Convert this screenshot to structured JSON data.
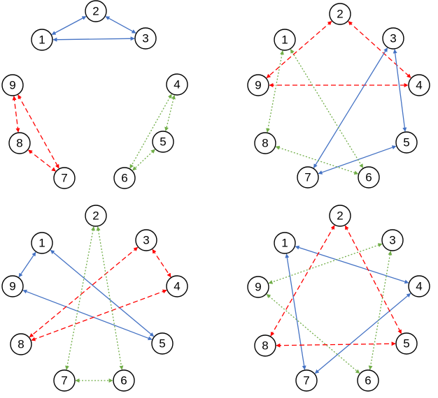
{
  "colors": {
    "solid": "#4472c4",
    "dashed": "#ff0000",
    "dotted": "#70ad47",
    "node_fill": "#ffffff",
    "node_stroke": "#000000"
  },
  "panels": [
    {
      "id": "top-left",
      "nodes": [
        "1",
        "2",
        "3",
        "4",
        "5",
        "6",
        "7",
        "8",
        "9"
      ],
      "edges": [
        {
          "a": "1",
          "b": "2",
          "style": "solid"
        },
        {
          "a": "2",
          "b": "3",
          "style": "solid"
        },
        {
          "a": "1",
          "b": "3",
          "style": "solid"
        },
        {
          "a": "4",
          "b": "5",
          "style": "dotted"
        },
        {
          "a": "5",
          "b": "6",
          "style": "dotted"
        },
        {
          "a": "4",
          "b": "6",
          "style": "dotted"
        },
        {
          "a": "9",
          "b": "8",
          "style": "dashed"
        },
        {
          "a": "8",
          "b": "7",
          "style": "dashed"
        },
        {
          "a": "9",
          "b": "7",
          "style": "dashed"
        }
      ]
    },
    {
      "id": "top-right",
      "nodes": [
        "1",
        "2",
        "3",
        "4",
        "5",
        "6",
        "7",
        "8",
        "9"
      ],
      "edges": [
        {
          "a": "2",
          "b": "9",
          "style": "dashed"
        },
        {
          "a": "2",
          "b": "4",
          "style": "dashed"
        },
        {
          "a": "9",
          "b": "4",
          "style": "dashed"
        },
        {
          "a": "3",
          "b": "7",
          "style": "solid"
        },
        {
          "a": "3",
          "b": "5",
          "style": "solid"
        },
        {
          "a": "7",
          "b": "5",
          "style": "solid"
        },
        {
          "a": "1",
          "b": "8",
          "style": "dotted"
        },
        {
          "a": "1",
          "b": "6",
          "style": "dotted"
        },
        {
          "a": "8",
          "b": "6",
          "style": "dotted"
        }
      ]
    },
    {
      "id": "bottom-left",
      "nodes": [
        "1",
        "2",
        "3",
        "4",
        "5",
        "6",
        "7",
        "8",
        "9"
      ],
      "edges": [
        {
          "a": "1",
          "b": "9",
          "style": "solid"
        },
        {
          "a": "1",
          "b": "5",
          "style": "solid"
        },
        {
          "a": "9",
          "b": "5",
          "style": "solid"
        },
        {
          "a": "3",
          "b": "4",
          "style": "dashed"
        },
        {
          "a": "3",
          "b": "8",
          "style": "dashed"
        },
        {
          "a": "4",
          "b": "8",
          "style": "dashed"
        },
        {
          "a": "2",
          "b": "7",
          "style": "dotted"
        },
        {
          "a": "2",
          "b": "6",
          "style": "dotted"
        },
        {
          "a": "7",
          "b": "6",
          "style": "dotted"
        }
      ]
    },
    {
      "id": "bottom-right",
      "nodes": [
        "1",
        "2",
        "3",
        "4",
        "5",
        "6",
        "7",
        "8",
        "9"
      ],
      "edges": [
        {
          "a": "1",
          "b": "4",
          "style": "solid"
        },
        {
          "a": "1",
          "b": "7",
          "style": "solid"
        },
        {
          "a": "4",
          "b": "7",
          "style": "solid"
        },
        {
          "a": "2",
          "b": "8",
          "style": "dashed"
        },
        {
          "a": "2",
          "b": "5",
          "style": "dashed"
        },
        {
          "a": "8",
          "b": "5",
          "style": "dashed"
        },
        {
          "a": "3",
          "b": "9",
          "style": "dotted"
        },
        {
          "a": "3",
          "b": "6",
          "style": "dotted"
        },
        {
          "a": "9",
          "b": "6",
          "style": "dotted"
        }
      ]
    }
  ]
}
